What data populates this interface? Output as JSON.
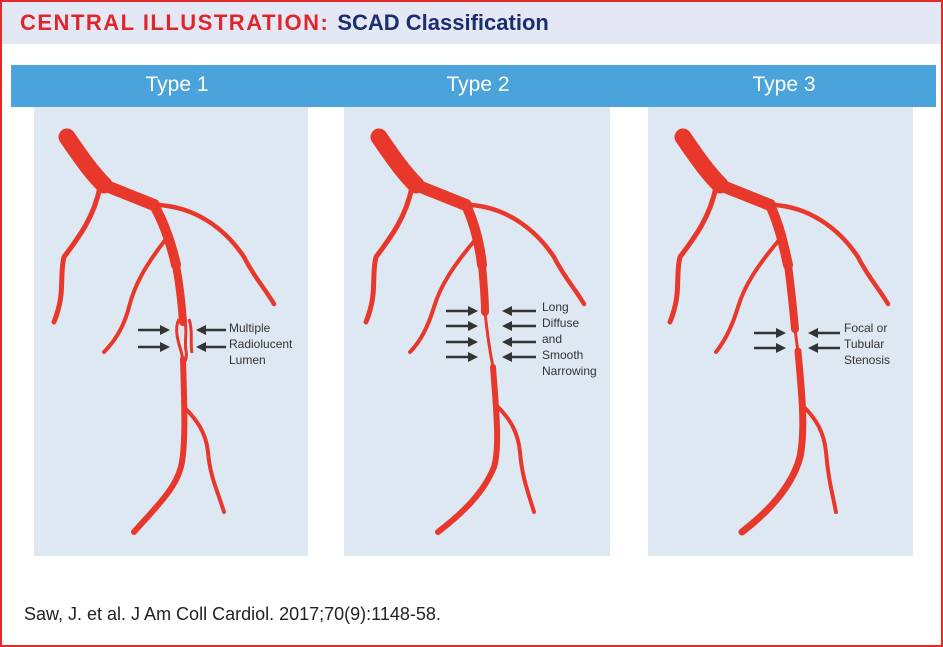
{
  "title": {
    "main": "CENTRAL ILLUSTRATION:",
    "sub": "SCAD Classification"
  },
  "types": [
    {
      "label": "Type 1",
      "caption_lines": [
        "Multiple",
        "Radiolucent",
        "Lumen"
      ]
    },
    {
      "label": "Type 2",
      "caption_lines": [
        "Long",
        "Diffuse",
        "and",
        "Smooth",
        "Narrowing"
      ]
    },
    {
      "label": "Type 3",
      "caption_lines": [
        "Focal or",
        "Tubular",
        "Stenosis"
      ]
    }
  ],
  "citation": "Saw, J. et al. J Am Coll Cardiol. 2017;70(9):1148-58.",
  "colors": {
    "artery": "#e8382c",
    "title_red": "#e0262b",
    "title_navy": "#1b2f6e",
    "header_blue": "#4ba3dc",
    "panel_bg": "#dde8f3",
    "border": "#e52a2a",
    "arrow": "#333333"
  },
  "icons": [
    "arrow-right-icon",
    "arrow-left-icon"
  ]
}
